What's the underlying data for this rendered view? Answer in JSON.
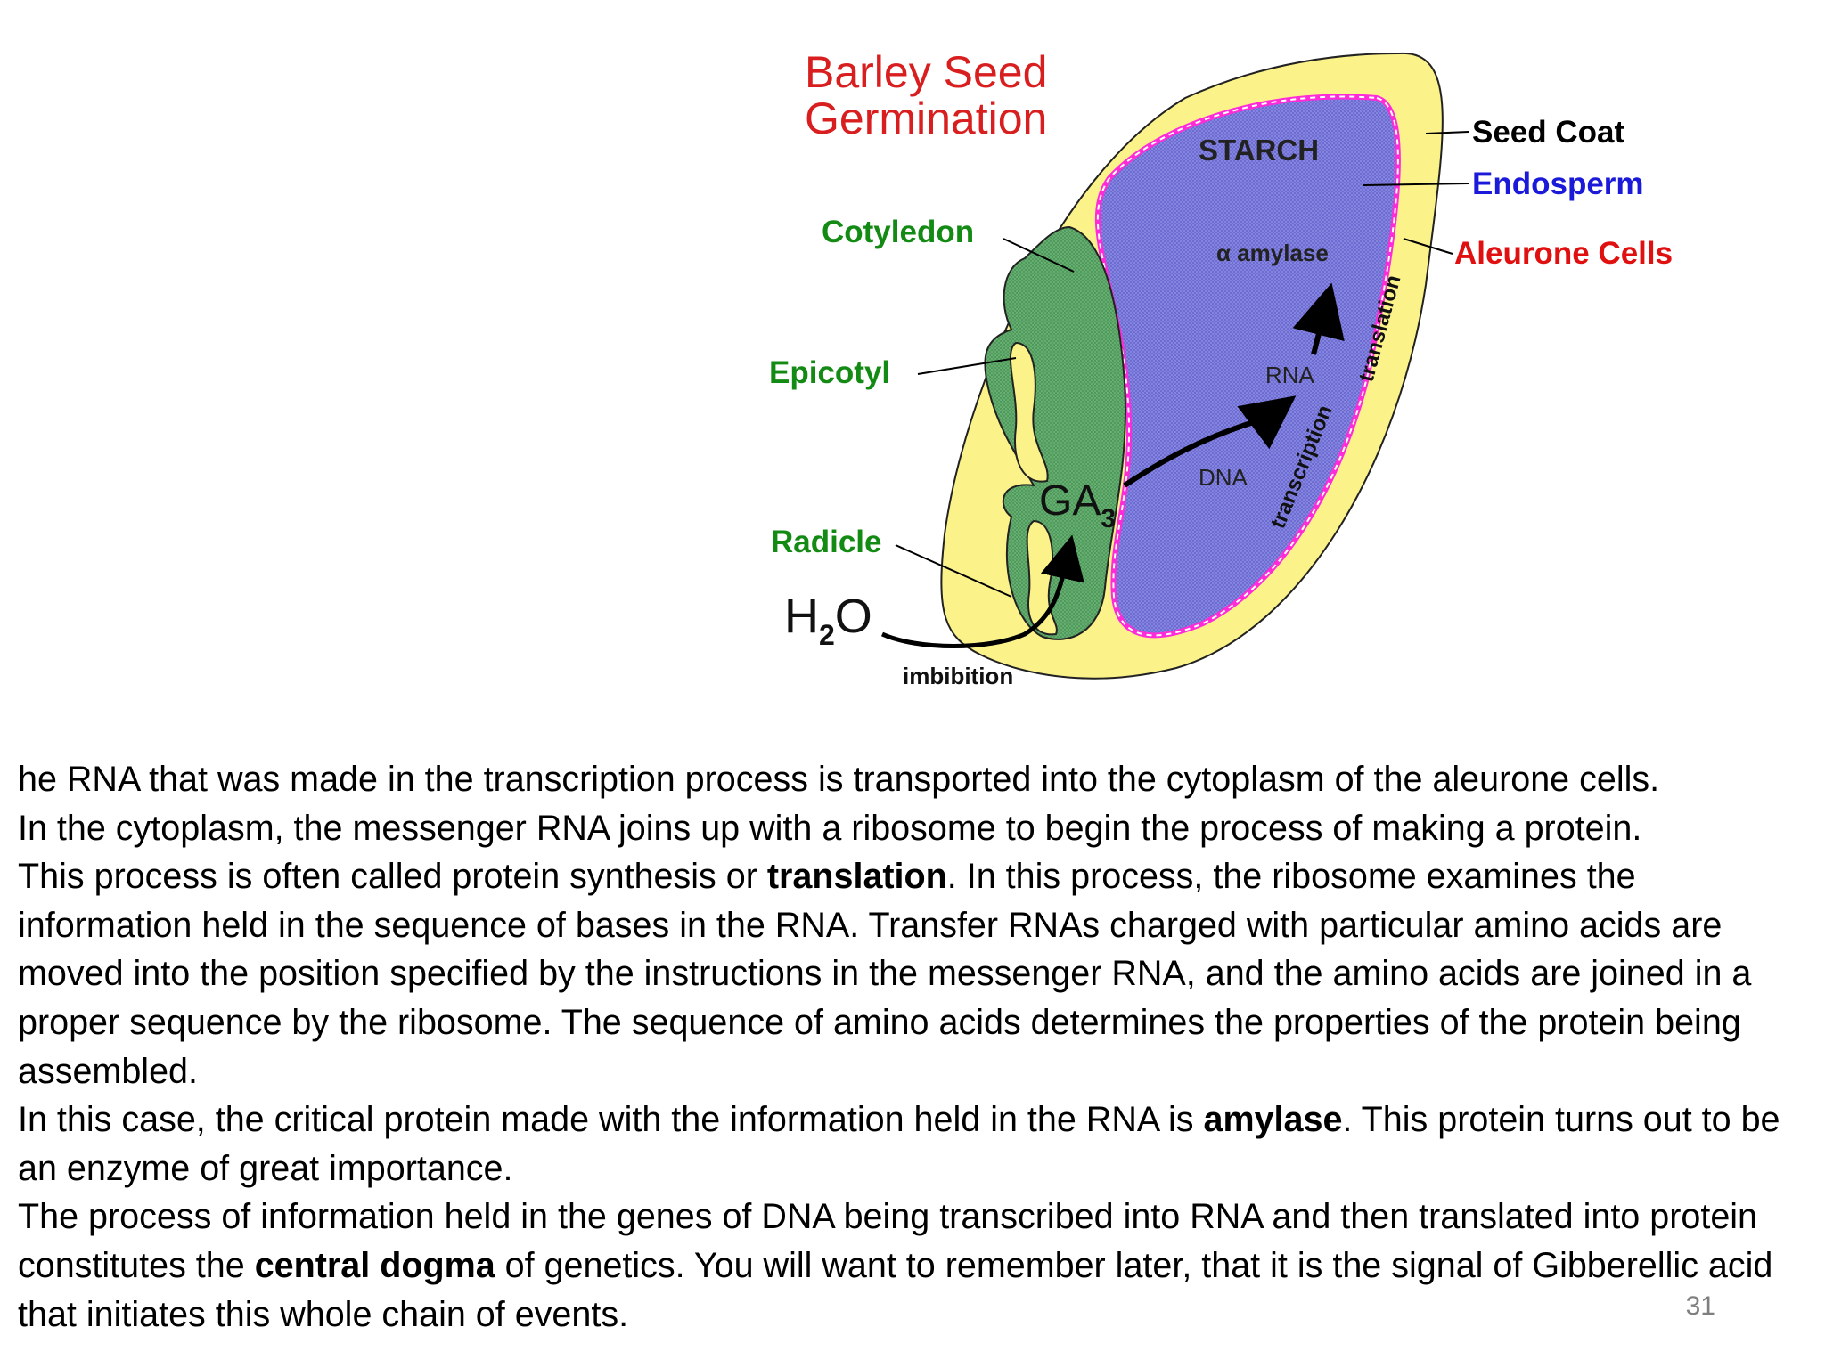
{
  "diagram": {
    "title_line1": "Barley Seed",
    "title_line2": "Germination",
    "labels": {
      "seed_coat": "Seed Coat",
      "endosperm": "Endosperm",
      "aleurone_cells": "Aleurone Cells",
      "cotyledon": "Cotyledon",
      "epicotyl": "Epicotyl",
      "radicle": "Radicle",
      "starch": "STARCH",
      "alpha_amylase": "α amylase",
      "rna": "RNA",
      "dna": "DNA",
      "ga_base": "GA",
      "ga_sub": "3",
      "water_h": "H",
      "water_sub": "2",
      "water_o": "O",
      "imbibition": "imbibition",
      "transcription": "transcription",
      "translation": "translation"
    },
    "colors": {
      "title": "#d81e1e",
      "green_label": "#138a13",
      "blue_label": "#1a1ad8",
      "red_label": "#e01010",
      "seed_coat_fill": "#fbf38a",
      "endosperm_fill": "#8585e0",
      "embryo_fill": "#5fa86a",
      "aleurone_line": "#ff2ad8"
    }
  },
  "text": {
    "p1": "he RNA that was made in the transcription process is transported into the cytoplasm of the aleurone cells.",
    "p2": "In the cytoplasm, the messenger RNA joins up with a ribosome to begin the process of making a protein.",
    "p3_pre": "This process is often called protein synthesis or ",
    "p3_bold": "translation",
    "p3_post": ". In this process, the ribosome examines the information held in the sequence of bases in the RNA.  Transfer RNAs charged with particular amino acids are moved into the position specified by the instructions in the messenger RNA, and the amino acids are joined in a proper sequence by the ribosome. The sequence of amino acids determines the properties of the protein being assembled.",
    "p4_pre": "In this case, the critical protein made with the information held in the RNA is ",
    "p4_bold": "amylase",
    "p4_post": ". This protein turns out to be an enzyme of great importance.",
    "p5_pre": "The process of information held in the genes of DNA being transcribed into RNA and then translated into protein constitutes the ",
    "p5_bold": "central dogma",
    "p5_post": " of genetics. You will want to remember later, that it is the signal of Gibberellic acid that initiates this whole chain of events."
  },
  "slide_number": "31"
}
